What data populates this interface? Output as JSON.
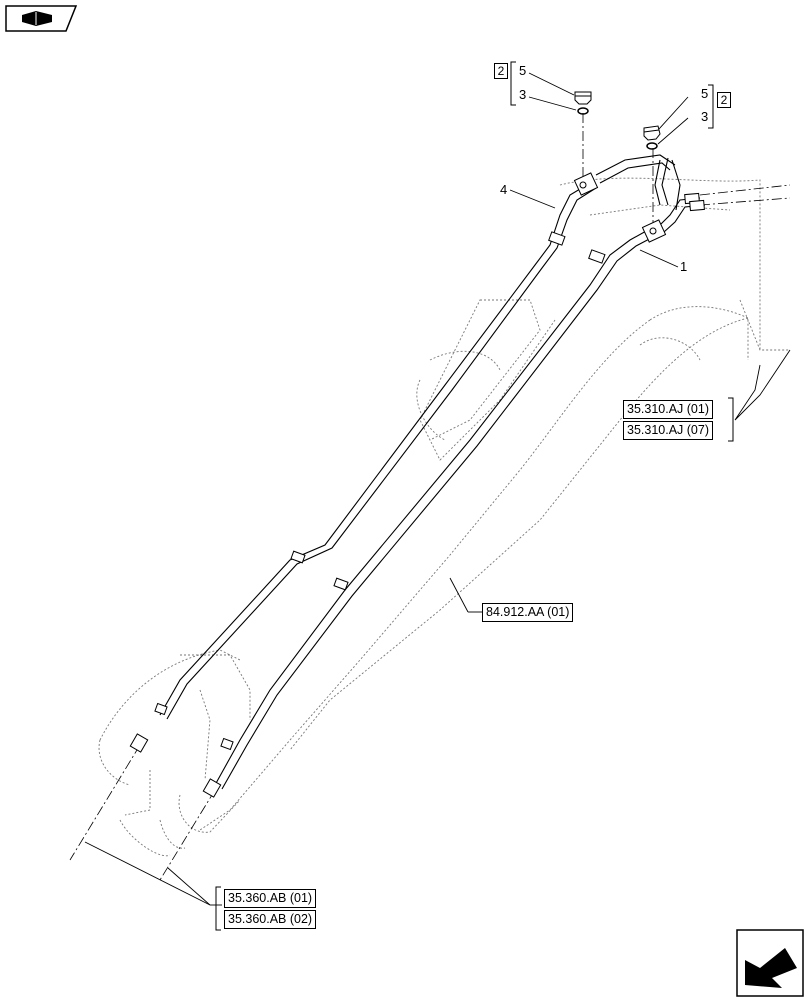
{
  "callouts": {
    "c5_left": "5",
    "c3_left": "3",
    "group_left": "2",
    "c5_right": "5",
    "c3_right": "3",
    "group_right": "2",
    "c4": "4",
    "c1": "1"
  },
  "references": {
    "r1": "35.310.AJ (01)",
    "r2": "35.310.AJ (07)",
    "r3": "84.912.AA (01)",
    "r4": "35.360.AB (01)",
    "r5": "35.360.AB (02)"
  }
}
